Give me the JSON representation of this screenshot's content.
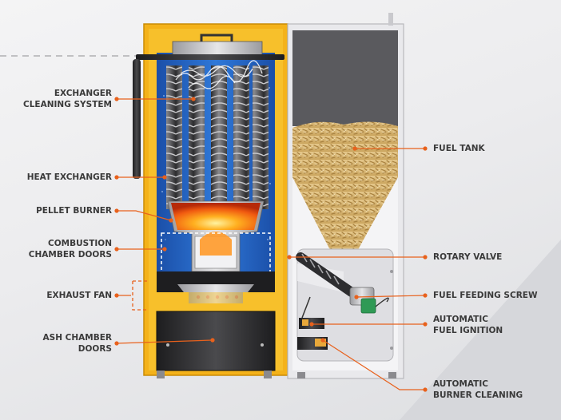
{
  "labels": {
    "exchanger_cleaning": [
      "EXCHANGER",
      "CLEANING SYSTEM"
    ],
    "heat_exchanger": [
      "HEAT EXCHANGER"
    ],
    "pellet_burner": [
      "PELLET BURNER"
    ],
    "combustion_doors": [
      "COMBUSTION",
      "CHAMBER DOORS"
    ],
    "exhaust_fan": [
      "EXHAUST FAN"
    ],
    "ash_doors": [
      "ASH CHAMBER",
      "DOORS"
    ],
    "fuel_tank": [
      "FUEL TANK"
    ],
    "rotary_valve": [
      "ROTARY VALVE"
    ],
    "feeding_screw": [
      "FUEL FEEDING SCREW"
    ],
    "ignition": [
      "AUTOMATIC",
      "FUEL IGNITION"
    ],
    "burner_cleaning": [
      "AUTOMATIC",
      "BURNER CLEANING"
    ]
  },
  "colors": {
    "accent": "#e8611c",
    "boiler_casing": "#f2b51c",
    "water": "#1f5bb8",
    "tank_casing": "#e9e9eb",
    "pellets": "#d9b875",
    "flame": "#ff7a00",
    "steel": "#3d3d3f"
  }
}
